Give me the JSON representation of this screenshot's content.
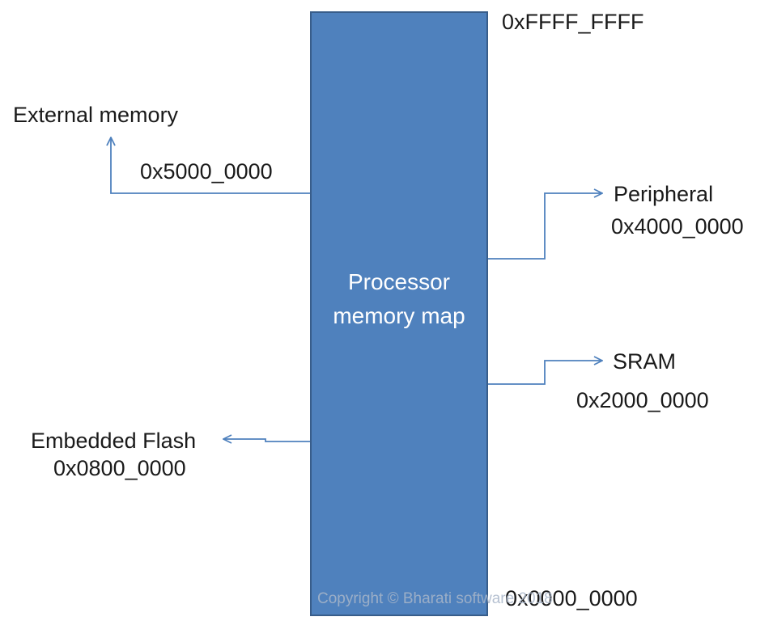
{
  "block": {
    "title_line1": "Processor",
    "title_line2": "memory map"
  },
  "addresses": {
    "top": "0xFFFF_FFFF",
    "bottom": "0x0000_0000"
  },
  "regions": {
    "external_memory": {
      "label": "External memory",
      "address": "0x5000_0000"
    },
    "peripheral": {
      "label": "Peripheral",
      "address": "0x4000_0000"
    },
    "sram": {
      "label": "SRAM",
      "address": "0x2000_0000"
    },
    "embedded_flash": {
      "label": "Embedded Flash",
      "address": "0x0800_0000"
    }
  },
  "watermark": "Copyright © Bharati software 2018",
  "colors": {
    "block_fill": "#4f81bd",
    "block_border": "#385d8a",
    "connector": "#4f81bd"
  }
}
